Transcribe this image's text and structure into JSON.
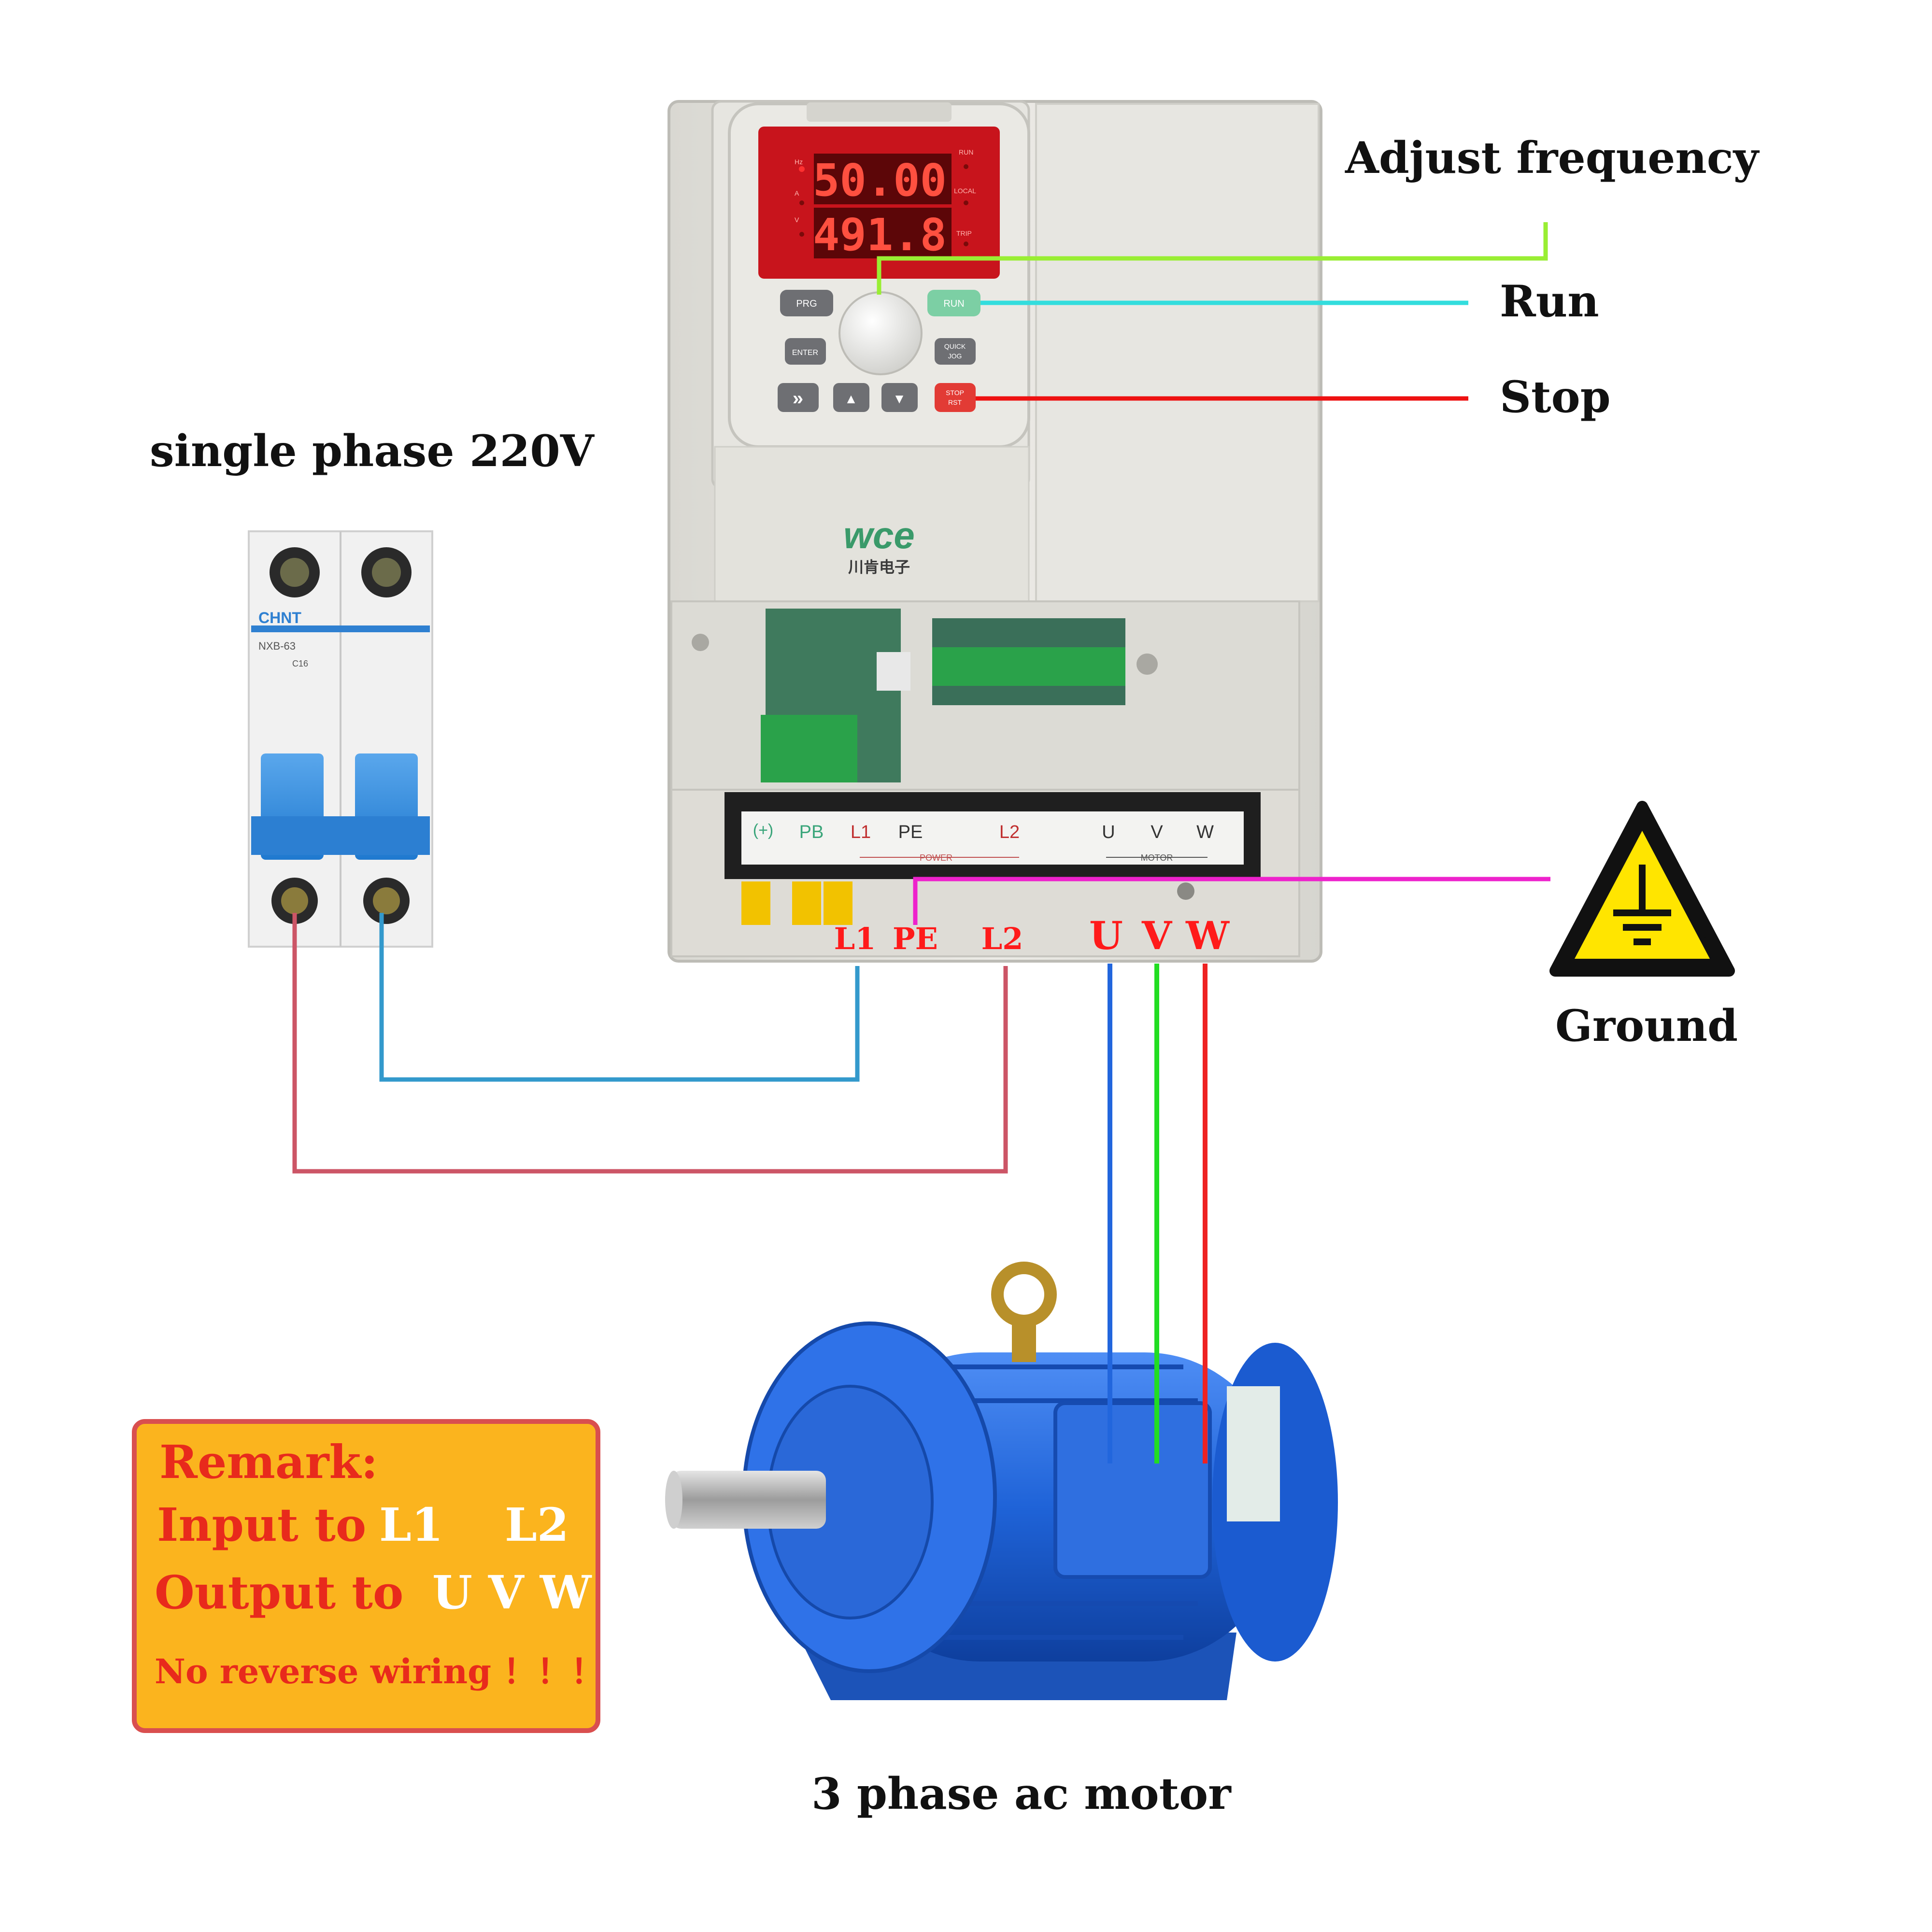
{
  "labels": {
    "adjust_frequency": "Adjust frequency",
    "run": "Run",
    "stop": "Stop",
    "single_phase": "single phase  220V",
    "ground": "Ground",
    "motor": "3 phase ac motor"
  },
  "vfd": {
    "display_top": "50.00",
    "display_bottom": "491.8",
    "led_left": [
      "Hz",
      "A",
      "V"
    ],
    "led_right": [
      "RUN",
      "LOCAL",
      "TRIP"
    ],
    "buttons": {
      "prg": "PRG",
      "run": "RUN",
      "enter": "ENTER",
      "quick_jog_1": "QUICK",
      "quick_jog_2": "JOG",
      "stop_rst_1": "STOP",
      "stop_rst_2": "RST",
      "fast": "»",
      "up": "▲",
      "down": "▼"
    },
    "brand": "wce",
    "brand_sub": "川肯电子",
    "terminal_strip": {
      "plus": "(+)",
      "pb": "PB",
      "l1": "L1",
      "pe": "PE",
      "l2": "L2",
      "u": "U",
      "v": "V",
      "w": "W",
      "power": "POWER",
      "motor": "MOTOR"
    },
    "terminals_red": {
      "l1": "L1",
      "pe": "PE",
      "l2": "L2",
      "u": "U",
      "v": "V",
      "w": "W"
    }
  },
  "breaker": {
    "brand": "CHNT",
    "model": "NXB-63",
    "rating": "C16"
  },
  "remark": {
    "line1": "Remark:",
    "line2_prefix": "Input to",
    "line2_l1": "L1",
    "line2_l2": "L2",
    "line3_prefix": "Output to",
    "line3_uvw": "U V W",
    "line4": "No reverse wiring ！！！"
  },
  "colors": {
    "frequency_line": "#99ee33",
    "run_line": "#33dddd",
    "stop_line": "#ee1111",
    "ground_line": "#ee22cc",
    "l1_wire": "#3399cc",
    "l2_wire": "#cc5566",
    "u_wire": "#2266dd",
    "v_wire": "#22dd22",
    "w_wire": "#ee2222",
    "remark_bg": "#fbb41e",
    "remark_border": "#d94f4f",
    "remark_text_red": "#e82a1c",
    "remark_text_white": "#ffffff",
    "motor_blue": "#1d63d9",
    "warning_yellow": "#ffe500"
  },
  "icons": [
    "ground-warning-icon",
    "circuit-breaker-image",
    "ac-motor-image",
    "vfd-inverter-image"
  ]
}
